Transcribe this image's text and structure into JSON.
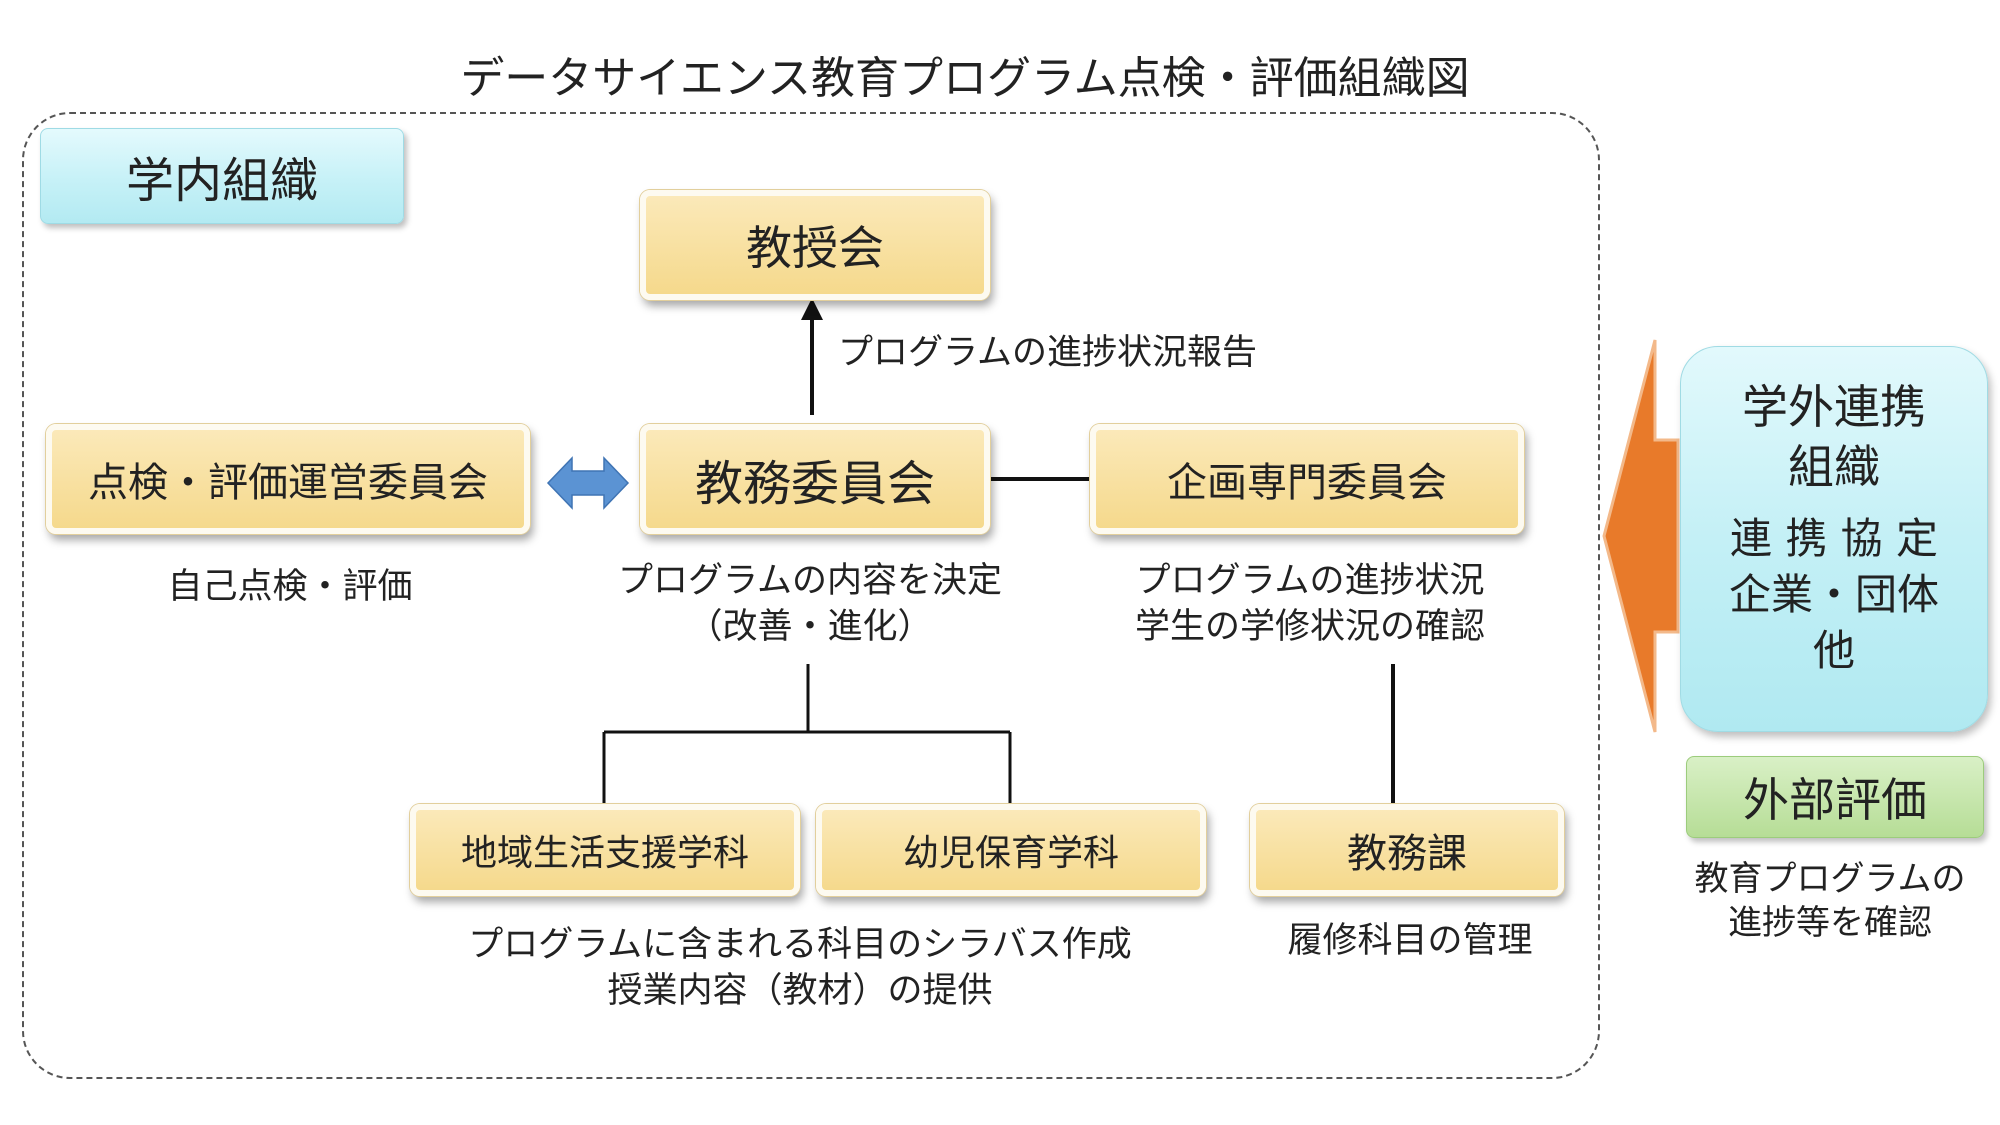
{
  "title": "データサイエンス教育プログラム点検・評価組織図",
  "internal_label": "学内組織",
  "nodes": {
    "faculty_meeting": "教授会",
    "evaluation_committee": "点検・評価運営委員会",
    "academic_committee": "教務委員会",
    "planning_committee": "企画専門委員会",
    "dept_community": "地域生活支援学科",
    "dept_childcare": "幼児保育学科",
    "academic_affairs": "教務課"
  },
  "labels": {
    "progress_report": "プログラムの進捗状況報告",
    "self_evaluation": "自己点検・評価",
    "decide_line1": "プログラムの内容を決定",
    "decide_line2": "（改善・進化）",
    "planning_line1": "プログラムの進捗状況",
    "planning_line2": "学生の学修状況の確認",
    "syllabus_line1": "プログラムに含まれる科目のシラバス作成",
    "syllabus_line2": "授業内容（教材）の提供",
    "course_mgmt": "履修科目の管理"
  },
  "external": {
    "title_line1": "学外連携",
    "title_line2": "組織",
    "body_line1": "連 携 協 定",
    "body_line2": "企業・団体",
    "body_line3": "他",
    "evaluation_label": "外部評価",
    "note_line1": "教育プログラムの",
    "note_line2": "進捗等を確認"
  },
  "colors": {
    "node_fill": "#f6dc92",
    "label_fill": "#c6f1f7",
    "external_eval_fill": "#b6dd96",
    "arrow_orange": "#e87a2a",
    "double_arrow_blue": "#5b93d3"
  }
}
